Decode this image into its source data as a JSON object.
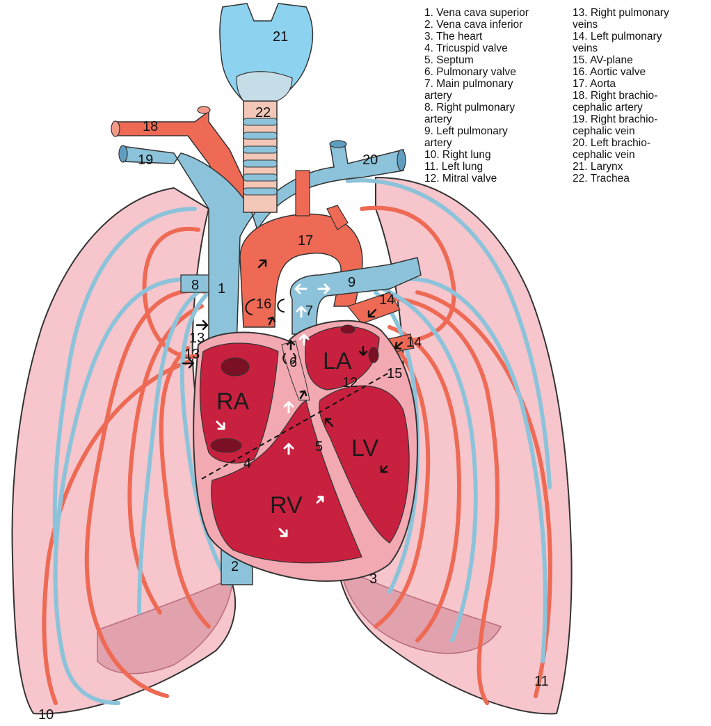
{
  "legend": {
    "left": [
      "1. Vena cava superior",
      "2. Vena cava inferior",
      "3. The heart",
      "4. Tricuspid valve",
      "5. Septum",
      "6. Pulmonary valve",
      "7. Main pulmonary\nartery",
      "8. Right pulmonary\nartery",
      "9. Left pulmonary\nartery",
      "10. Right lung",
      "11. Left lung",
      "12. Mitral valve"
    ],
    "right": [
      "13. Right pulmonary\nveins",
      "14. Left pulmonary\nveins",
      "15. AV-plane",
      "16. Aortic valve",
      "17. Aorta",
      "18. Right brachio-\ncephalic artery",
      "19. Right brachio-\ncephalic vein",
      "20. Left brachio-\ncephalic vein",
      "21. Larynx",
      "22. Trachea"
    ]
  },
  "labels": {
    "n1": "1",
    "n2": "2",
    "n3": "3",
    "n4": "4",
    "n5": "5",
    "n6": "6",
    "n7": "7",
    "n8": "8",
    "n9": "9",
    "n10": "10",
    "n11": "11",
    "n12": "12",
    "n13a": "13",
    "n13b": "13",
    "n14a": "14",
    "n14b": "14",
    "n15": "15",
    "n16": "16",
    "n17": "17",
    "n18": "18",
    "n19": "19",
    "n20": "20",
    "n21": "21",
    "n22": "22",
    "ra": "RA",
    "la": "LA",
    "rv": "RV",
    "lv": "LV"
  },
  "colors": {
    "lung": "#f6c6cc",
    "lung_dark": "#e9a3ad",
    "artery": "#ee6a55",
    "vein": "#8cc3da",
    "heart_wall": "#f2a9b2",
    "chamber": "#c8213f",
    "larynx": "#8dd2ee"
  }
}
